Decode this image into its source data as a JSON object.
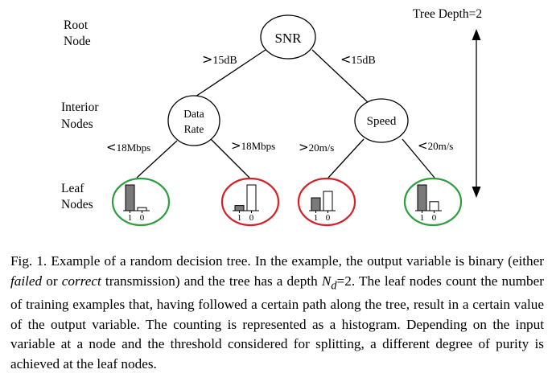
{
  "labels": {
    "root": [
      "Root",
      "Node"
    ],
    "interior": [
      "Interior",
      "Nodes"
    ],
    "leaf": [
      "Leaf",
      "Nodes"
    ],
    "depth": "Tree Depth=2"
  },
  "nodes": {
    "root": "SNR",
    "left": [
      "Data",
      "Rate"
    ],
    "right": "Speed"
  },
  "edges": {
    "root_left": "15dB",
    "root_right": "15dB",
    "left_left": "18Mbps",
    "left_right": "18Mbps",
    "right_left": "20m/s",
    "right_right": "20m/s"
  },
  "symbols": {
    "gt": ">",
    "lt": "<"
  },
  "leaves": [
    {
      "color": "#2e9e3e",
      "bars": [
        1.0,
        0.12
      ],
      "axis": [
        "1",
        "0"
      ]
    },
    {
      "color": "#d62027",
      "bars": [
        0.2,
        1.0
      ],
      "axis": [
        "1",
        "0"
      ]
    },
    {
      "color": "#d62027",
      "bars": [
        0.5,
        0.75
      ],
      "axis": [
        "1",
        "0"
      ]
    },
    {
      "color": "#2e9e3e",
      "bars": [
        1.0,
        0.35
      ],
      "axis": [
        "1",
        "0"
      ]
    }
  ],
  "caption": {
    "p1": "Fig. 1.   Example of a random decision tree. In the example, the output variable is binary (either ",
    "failed": "failed",
    "p2": " or ",
    "correct": "correct",
    "p3": " transmission) and the tree has a depth ",
    "depth_symbol": "N",
    "depth_sub": "d",
    "p4": "=2. The leaf nodes count the number of training examples that, having followed a certain path along the tree, result in a certain value of the output variable. The counting is represented as a histogram. Depending on the input variable at a node and the threshold considered for splitting, a different degree of purity is achieved at the leaf nodes."
  }
}
